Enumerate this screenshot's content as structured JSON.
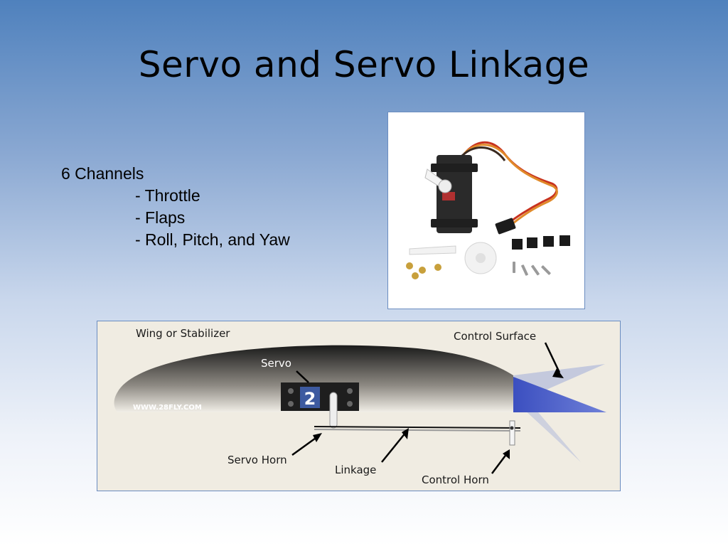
{
  "slide": {
    "title": "Servo and Servo Linkage",
    "bullets": {
      "heading": "6 Channels",
      "items": [
        "- Throttle",
        "- Flaps",
        "- Roll, Pitch, and Yaw"
      ]
    }
  },
  "diagram": {
    "labels": {
      "wing": "Wing or Stabilizer",
      "control_surface": "Control Surface",
      "servo": "Servo",
      "watermark": "WWW.28FLY.COM",
      "servo_horn": "Servo Horn",
      "linkage": "Linkage",
      "control_horn": "Control Horn"
    },
    "colors": {
      "surface_blue": "#3b4fc0",
      "frame_border": "#6a8cc0"
    }
  }
}
